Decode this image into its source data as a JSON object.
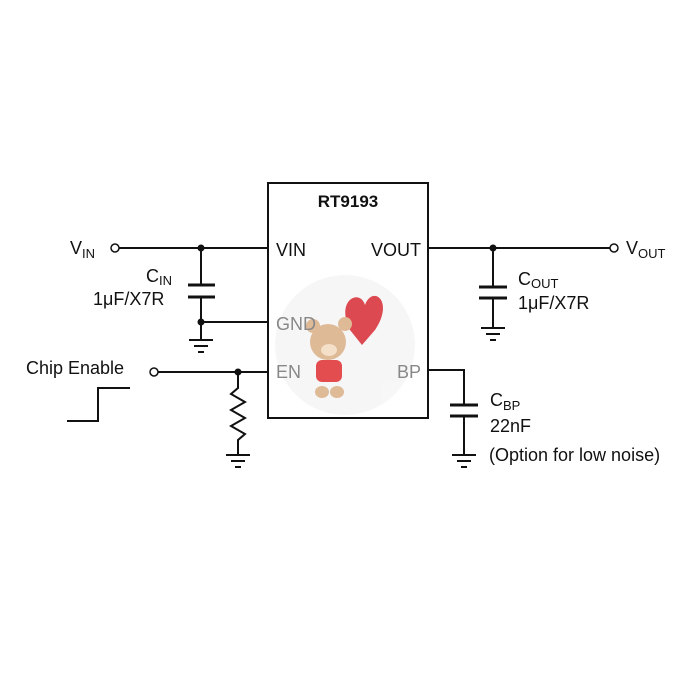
{
  "chip": {
    "name": "RT9193",
    "pins": {
      "vin": "VIN",
      "vout": "VOUT",
      "gnd": "GND",
      "en": "EN",
      "bp": "BP"
    }
  },
  "terminals": {
    "vin": {
      "main": "V",
      "sub": "IN"
    },
    "vout": {
      "main": "V",
      "sub": "OUT"
    },
    "chip_enable": "Chip Enable"
  },
  "components": {
    "cin": {
      "main": "C",
      "sub": "IN",
      "value": "1μF/X7R"
    },
    "cout": {
      "main": "C",
      "sub": "OUT",
      "value": "1μF/X7R"
    },
    "cbp": {
      "main": "C",
      "sub": "BP",
      "value": "22nF",
      "note": "(Option for low noise)"
    }
  }
}
